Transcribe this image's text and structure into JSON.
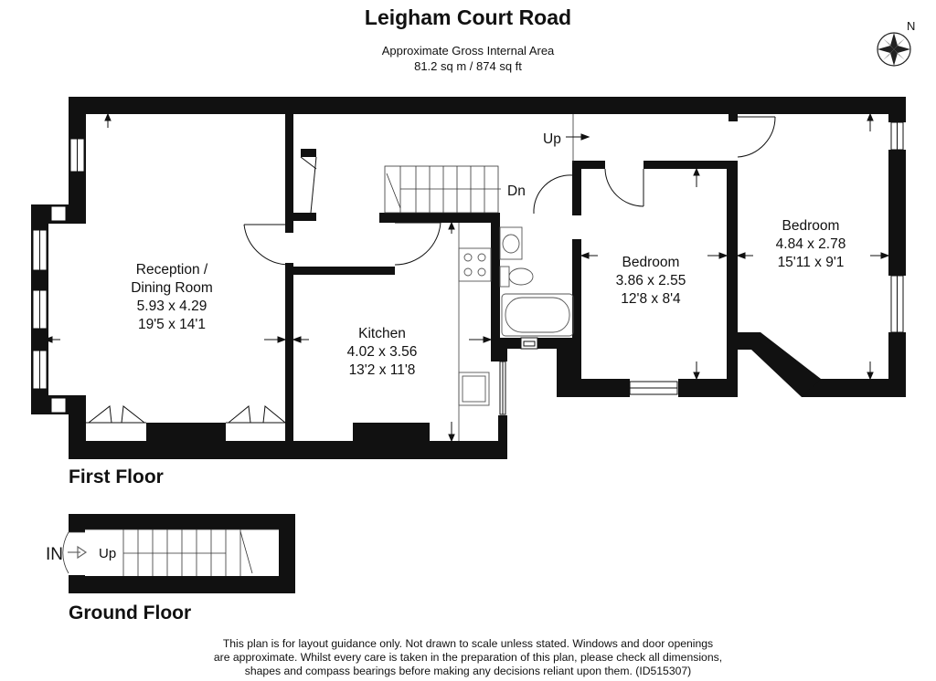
{
  "header": {
    "title": "Leigham Court Road",
    "area_label": "Approximate Gross Internal Area",
    "area_value": "81.2 sq m / 874 sq ft"
  },
  "compass": {
    "label": "N",
    "icon": "compass-icon"
  },
  "floors": {
    "first_floor": "First Floor",
    "ground_floor": "Ground Floor"
  },
  "rooms": {
    "reception": {
      "line1": "Reception /",
      "line2": "Dining Room",
      "metric": "5.93 x 4.29",
      "imperial": "19'5 x 14'1"
    },
    "kitchen": {
      "name": "Kitchen",
      "metric": "4.02 x 3.56",
      "imperial": "13'2 x 11'8"
    },
    "bedroom_middle": {
      "name": "Bedroom",
      "metric": "3.86 x 2.55",
      "imperial": "12'8 x 8'4"
    },
    "bedroom_right": {
      "name": "Bedroom",
      "metric": "4.84 x 2.78",
      "imperial": "15'11 x 9'1"
    }
  },
  "stairs": {
    "up_first": "Up",
    "down_first": "Dn",
    "up_ground": "Up",
    "entrance": "IN"
  },
  "footer": {
    "line1": "This plan is for layout guidance only. Not drawn to scale unless stated. Windows and door openings",
    "line2": "are approximate. Whilst every care is taken in the preparation of this plan, please check all dimensions,",
    "line3": "shapes and compass bearings before making any decisions reliant upon them. (ID515307)"
  },
  "colors": {
    "wall": "#111111",
    "background": "#ffffff",
    "fixture_line": "#555555"
  }
}
